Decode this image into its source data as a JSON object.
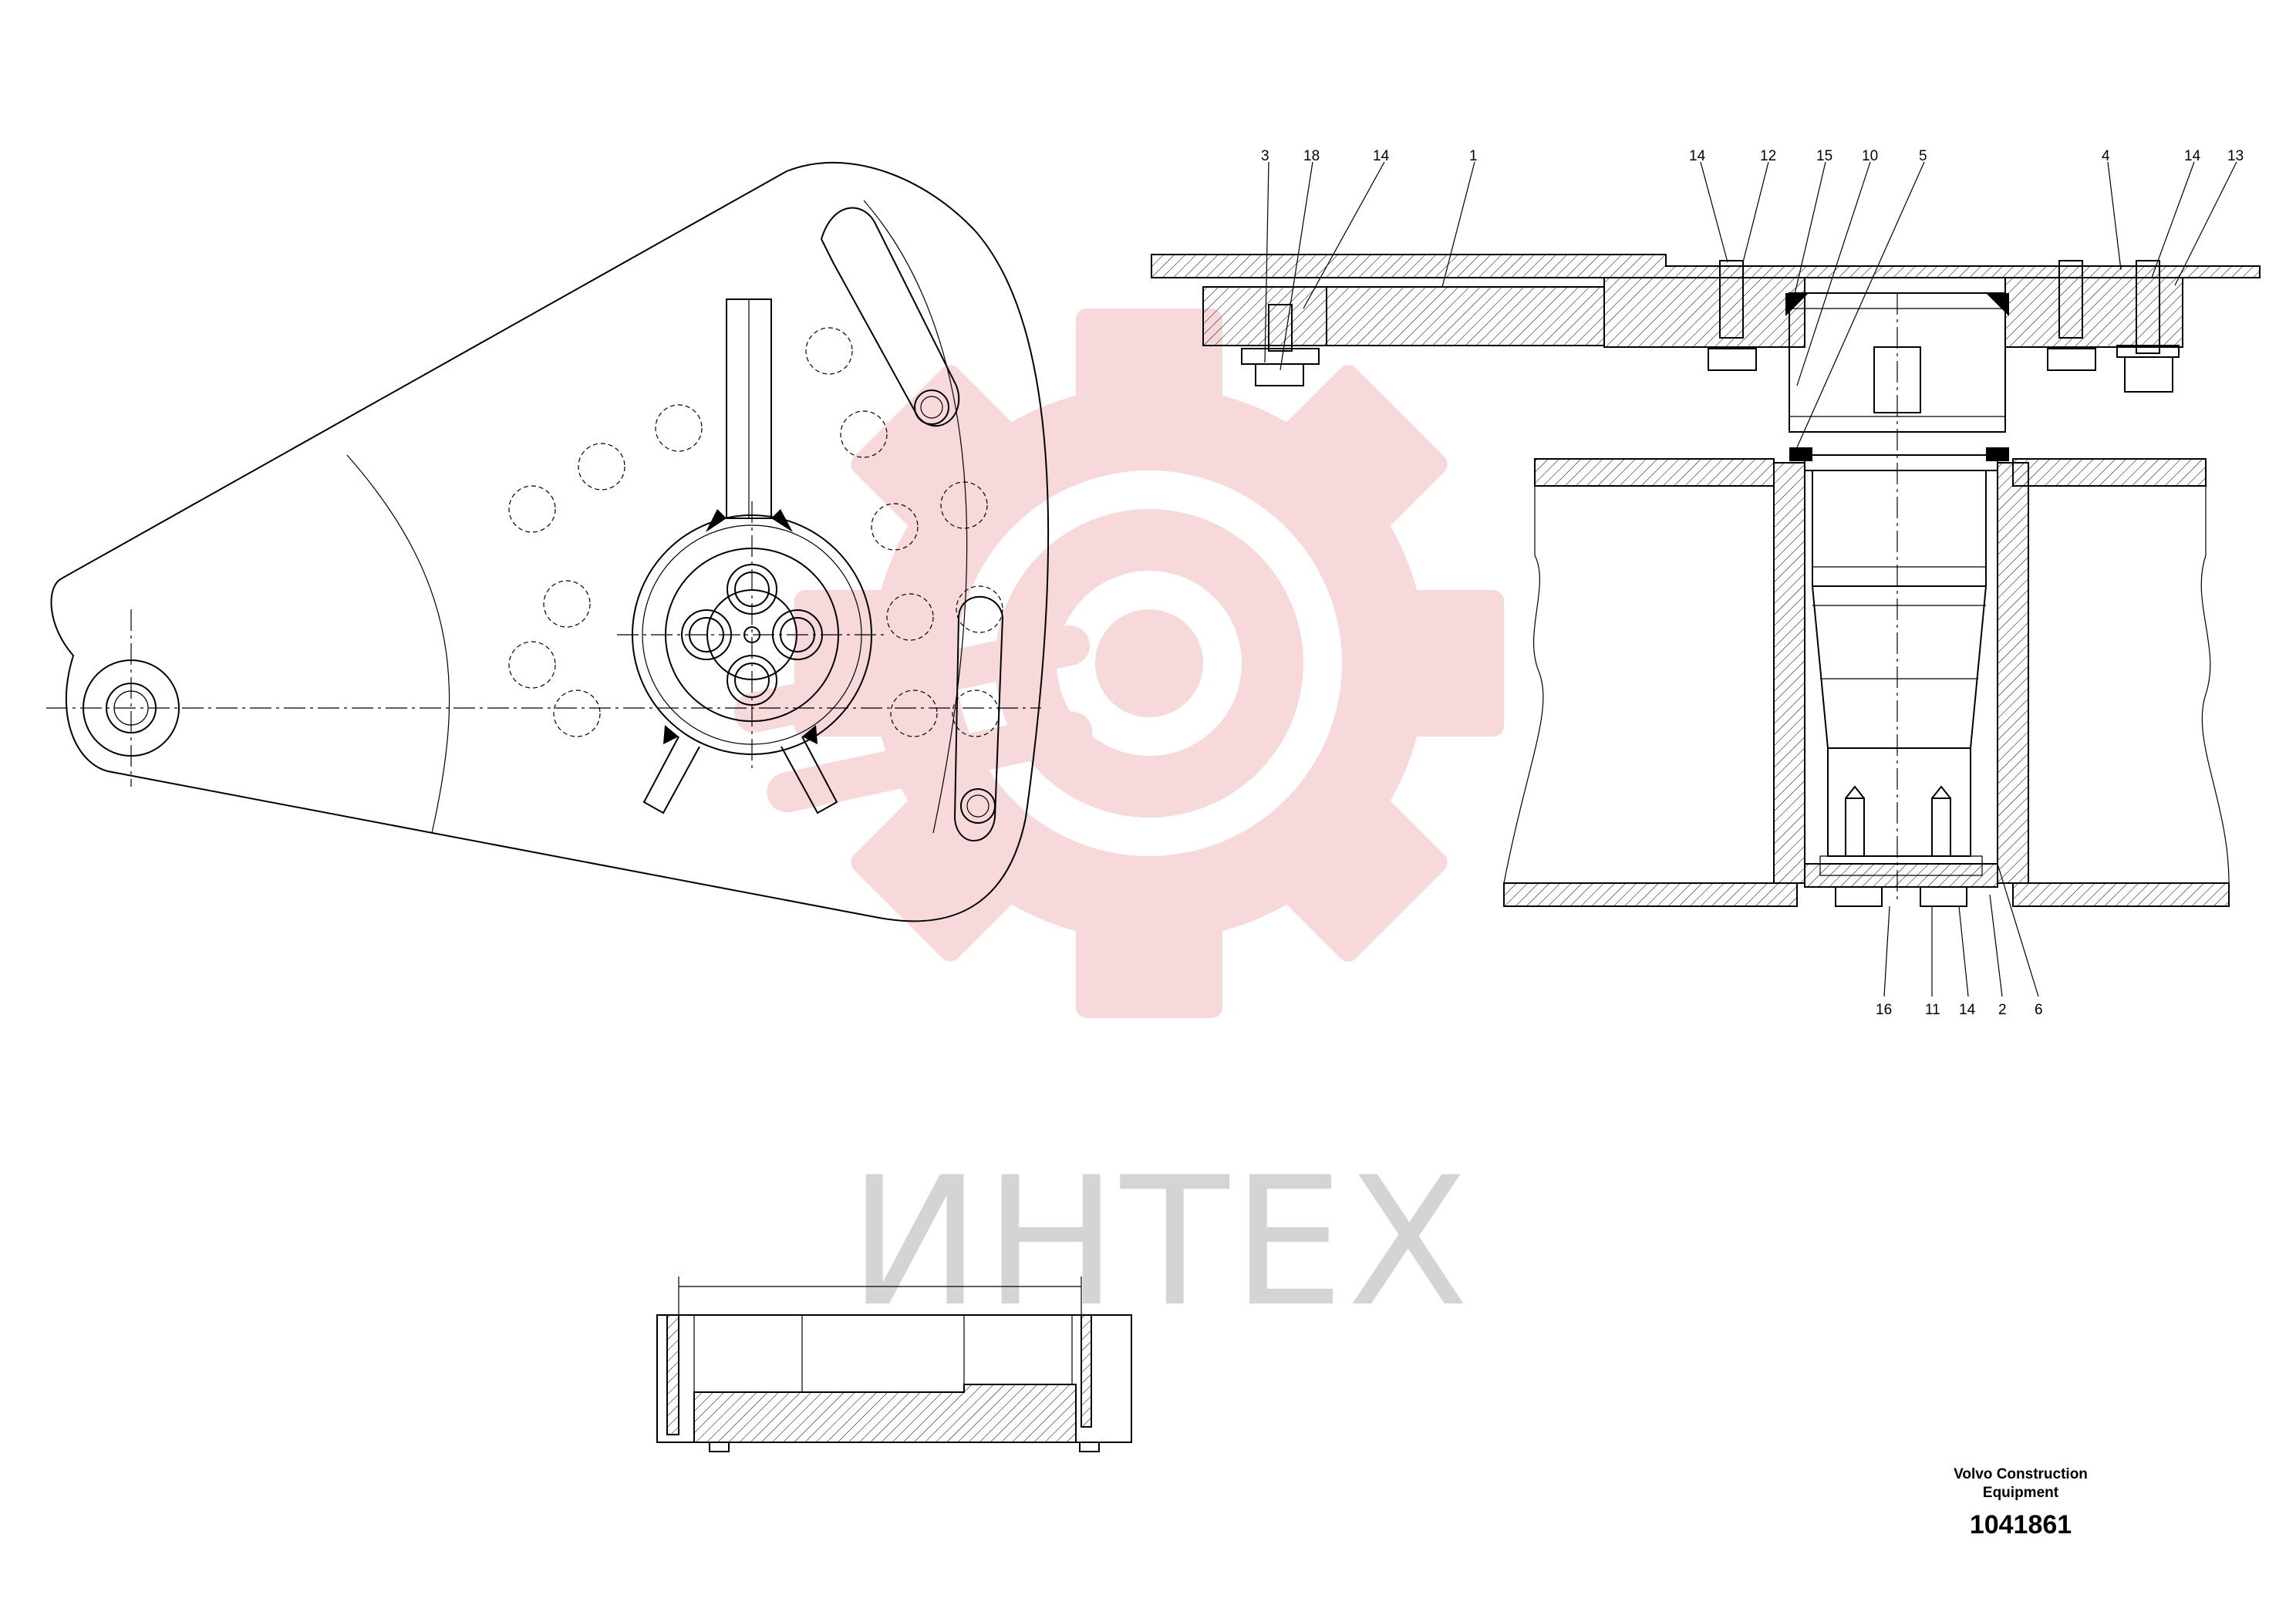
{
  "watermark": {
    "text": "ИНТЕХ",
    "gear_color": "#f2b9be",
    "text_color": "#d4d4d4"
  },
  "title_block": {
    "manufacturer_line1": "Volvo Construction",
    "manufacturer_line2": "Equipment",
    "document_number": "1041861"
  },
  "callouts_top": [
    "3",
    "18",
    "14",
    "1",
    "14",
    "12",
    "15",
    "10",
    "5",
    "4",
    "14",
    "13"
  ],
  "callouts_bottom": [
    "16",
    "11",
    "14",
    "2",
    "6"
  ]
}
